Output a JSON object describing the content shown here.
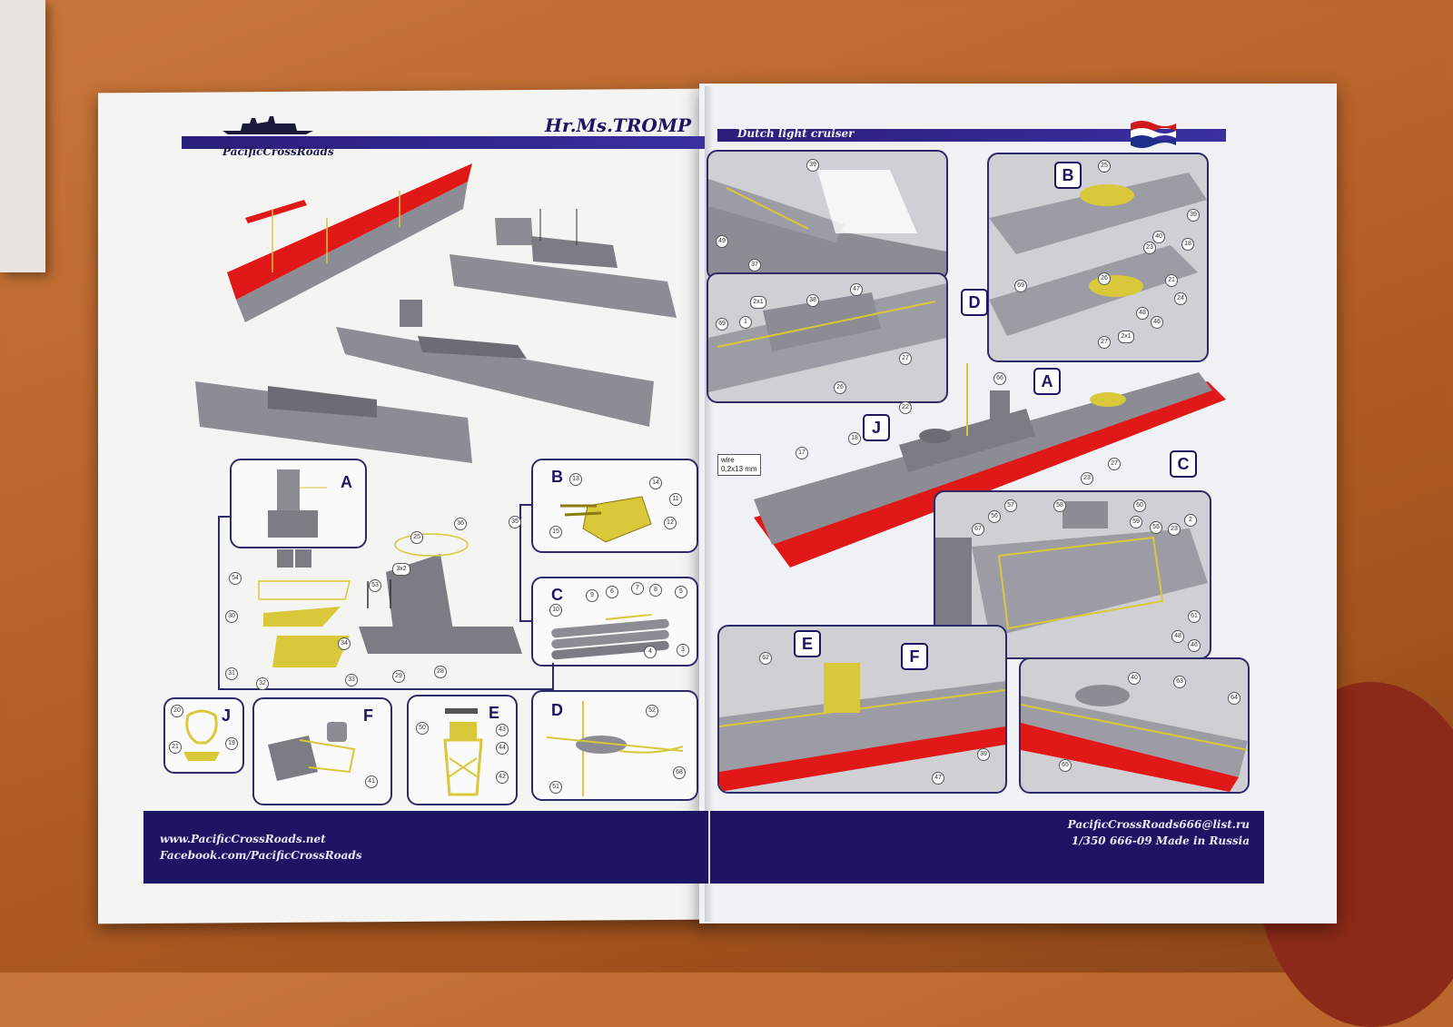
{
  "header": {
    "logo_text": "PacificCrossRoads",
    "title": "Hr.Ms.TROMP",
    "subtitle": "Dutch light cruiser"
  },
  "left_panels": {
    "A": "A",
    "B": "B",
    "C": "C",
    "D": "D",
    "E": "E",
    "F": "F",
    "J": "J",
    "numbers_A": [
      "25",
      "36",
      "35",
      "54",
      "53",
      "3x2",
      "30",
      "34",
      "31",
      "32",
      "33",
      "29",
      "28"
    ],
    "numbers_B": [
      "13",
      "14",
      "11",
      "15",
      "12"
    ],
    "numbers_C": [
      "9",
      "6",
      "7",
      "8",
      "5",
      "10",
      "4",
      "3"
    ],
    "numbers_D": [
      "52",
      "51",
      "68"
    ],
    "numbers_E": [
      "43",
      "44",
      "42",
      "50"
    ],
    "numbers_F": [
      "41"
    ],
    "numbers_J": [
      "20",
      "21",
      "19"
    ]
  },
  "right_panels": {
    "labels": [
      "B",
      "D",
      "A",
      "J",
      "C",
      "E",
      "F"
    ],
    "wire_text": "wire",
    "wire_size": "0,2x13 mm",
    "numbers_top_left": [
      "39",
      "49",
      "37"
    ],
    "numbers_mid_left": [
      "2x1",
      "38",
      "47",
      "69",
      "1",
      "26",
      "27"
    ],
    "numbers_top_right": [
      "25",
      "40",
      "39",
      "18",
      "23",
      "26",
      "69",
      "21",
      "24",
      "46",
      "48",
      "27",
      "2x1"
    ],
    "numbers_ship": [
      "66",
      "22",
      "18",
      "17",
      "23",
      "27"
    ],
    "numbers_bridge": [
      "57",
      "58",
      "60",
      "56",
      "59",
      "55",
      "23",
      "2",
      "67",
      "61",
      "48",
      "46"
    ],
    "numbers_ef": [
      "62",
      "39",
      "47"
    ],
    "numbers_bow": [
      "40",
      "63",
      "64",
      "65"
    ]
  },
  "footer_left": {
    "line1": "www.PacificCrossRoads.net",
    "line2": "Facebook.com/PacificCrossRoads"
  },
  "footer_right": {
    "line1": "PacificCrossRoads666@list.ru",
    "line2": "1/350  666-09  Made in Russia"
  },
  "colors": {
    "navy": "#1d1463",
    "hull_grey": "#8c8c94",
    "antifouling_red": "#e01818",
    "photoetch_yellow": "#e6d23a"
  }
}
